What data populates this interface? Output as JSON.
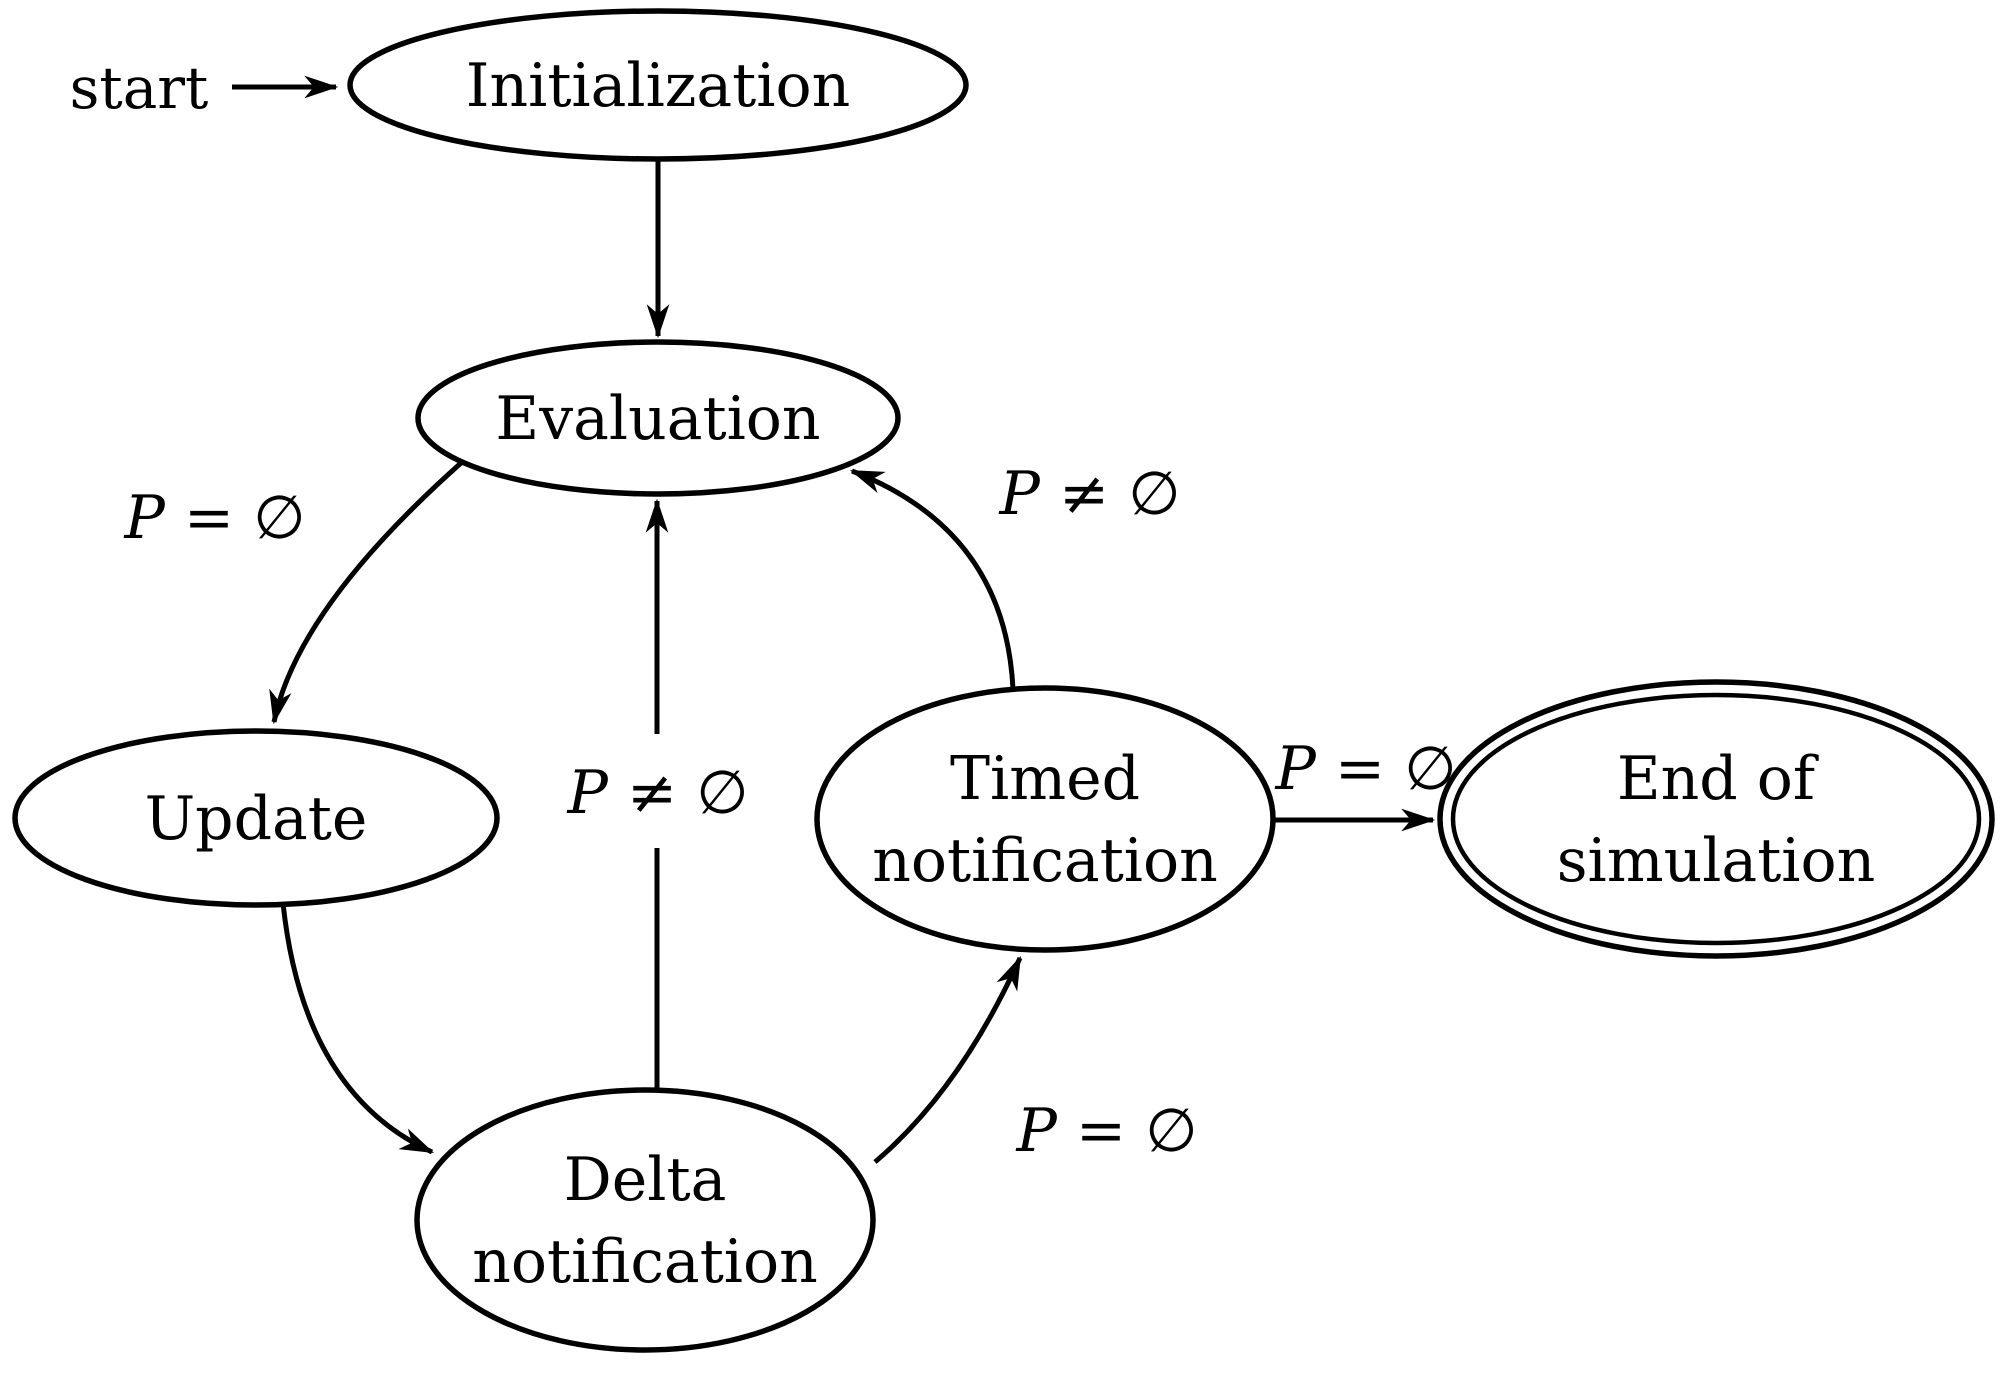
{
  "diagram": {
    "title": "SystemC-like simulation kernel state diagram",
    "background_color": "#ffffff",
    "stroke_color": "#000000",
    "start_label": "start",
    "nodes": {
      "initialization": {
        "label": "Initialization",
        "shape": "ellipse"
      },
      "evaluation": {
        "label": "Evaluation",
        "shape": "ellipse"
      },
      "update": {
        "label": "Update",
        "shape": "ellipse"
      },
      "delta_notification": {
        "line1": "Delta",
        "line2": "notification",
        "shape": "ellipse"
      },
      "timed_notification": {
        "line1": "Timed",
        "line2": "notification",
        "shape": "ellipse"
      },
      "end_of_simulation": {
        "line1": "End of",
        "line2": "simulation",
        "shape": "double-ellipse"
      }
    },
    "edge_labels": {
      "evaluation_to_update": "P = ∅",
      "delta_to_evaluation": "P ≠ ∅",
      "timed_to_evaluation": "P ≠ ∅",
      "delta_to_timed": "P = ∅",
      "timed_to_end": "P = ∅"
    }
  }
}
